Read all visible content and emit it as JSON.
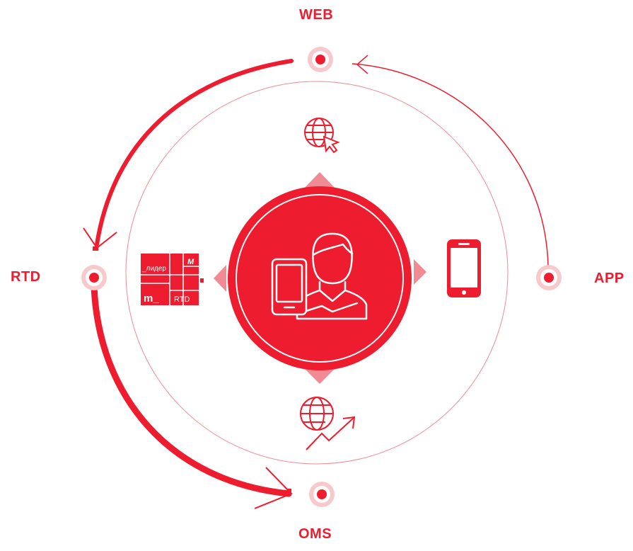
{
  "colors": {
    "accent": "#ed1c2e",
    "accent_light": "#f3a7ae",
    "accent_pale": "#f7c9cd",
    "ring": "#f08a94",
    "background": "#ffffff"
  },
  "nodes": {
    "web": {
      "label": "WEB"
    },
    "rtd": {
      "label": "RTD"
    },
    "app": {
      "label": "APP"
    },
    "oms": {
      "label": "OMS"
    }
  },
  "brand_logos": {
    "lider": "_лидер",
    "m_italic": "M",
    "m_underscore": "m_",
    "rtd": "RTD"
  },
  "icons": {
    "top": "globe-cursor-icon",
    "bottom": "globe-growth-icon",
    "right": "smartphone-icon",
    "left": "brand-logos-grid",
    "center": "user-with-tablet-icon"
  }
}
